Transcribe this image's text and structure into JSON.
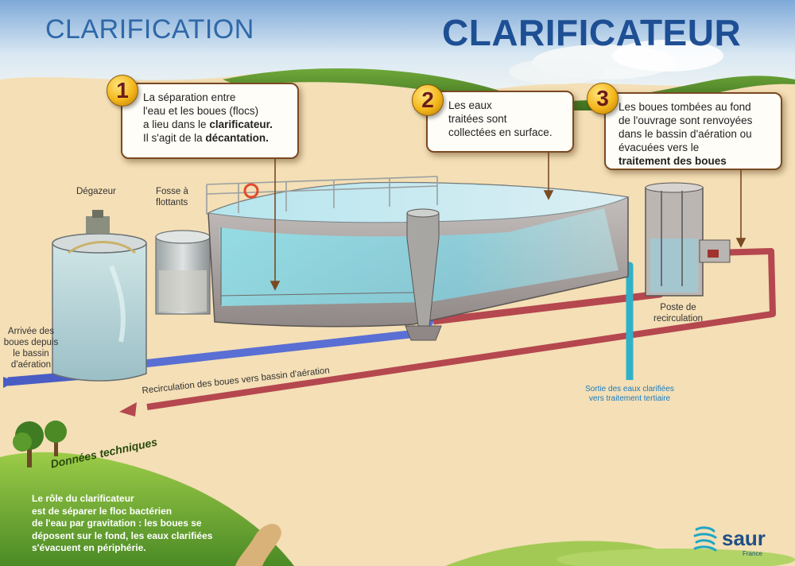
{
  "header": {
    "section_title": "CLARIFICATION",
    "main_title": "CLARIFICATEUR"
  },
  "steps": [
    {
      "number": "1",
      "parts": [
        {
          "text": "La séparation entre",
          "bold": false
        },
        {
          "text": "l'eau et les boues (flocs)",
          "bold": false
        },
        {
          "text": "a lieu dans le ",
          "bold": false
        },
        {
          "text": "clarificateur.",
          "bold": true
        },
        {
          "text": "Il s'agit de la ",
          "bold": false
        },
        {
          "text": "décantation.",
          "bold": true
        }
      ]
    },
    {
      "number": "2",
      "parts": [
        {
          "text": "Les eaux",
          "bold": false
        },
        {
          "text": "traitées sont",
          "bold": false
        },
        {
          "text": "collectées en surface.",
          "bold": false
        }
      ]
    },
    {
      "number": "3",
      "parts": [
        {
          "text": "Les boues tombées au fond",
          "bold": false
        },
        {
          "text": "de l'ouvrage sont renvoyées",
          "bold": false
        },
        {
          "text": "dans le bassin d'aération ou",
          "bold": false
        },
        {
          "text": "évacuées vers le",
          "bold": false
        },
        {
          "text": "traitement des boues",
          "bold": true
        }
      ]
    }
  ],
  "labels": {
    "degazeur": "Dégazeur",
    "fosse_line1": "Fosse à",
    "fosse_line2": "flottants",
    "arrivee_line1": "Arrivée des",
    "arrivee_line2": "boues depuis",
    "arrivee_line3": "le bassin",
    "arrivee_line4": "d'aération",
    "poste_line1": "Poste de",
    "poste_line2": "recirculation",
    "sortie_line1": "Sortie des eaux clarifiées",
    "sortie_line2": "vers traitement tertiaire",
    "recirculation": "Recirculation des boues vers bassin d'aération"
  },
  "tech": {
    "title": "Données techniques",
    "line1": "Le rôle du clarificateur",
    "line2": "est de séparer le floc bactérien",
    "line3": "de l'eau par gravitation : les boues se",
    "line4": "déposent sur le fond, les eaux clarifiées",
    "line5": "s'évacuent en périphérie."
  },
  "brand": {
    "name": "saur",
    "country": "France"
  },
  "colors": {
    "title_blue": "#2f68a8",
    "water": "#8fe3ef",
    "inlet_pipe": "#5a6fd4",
    "recirculation_pipe": "#b5474f",
    "outlet_pipe": "#2fb2c8",
    "badge": "#f3b619"
  }
}
